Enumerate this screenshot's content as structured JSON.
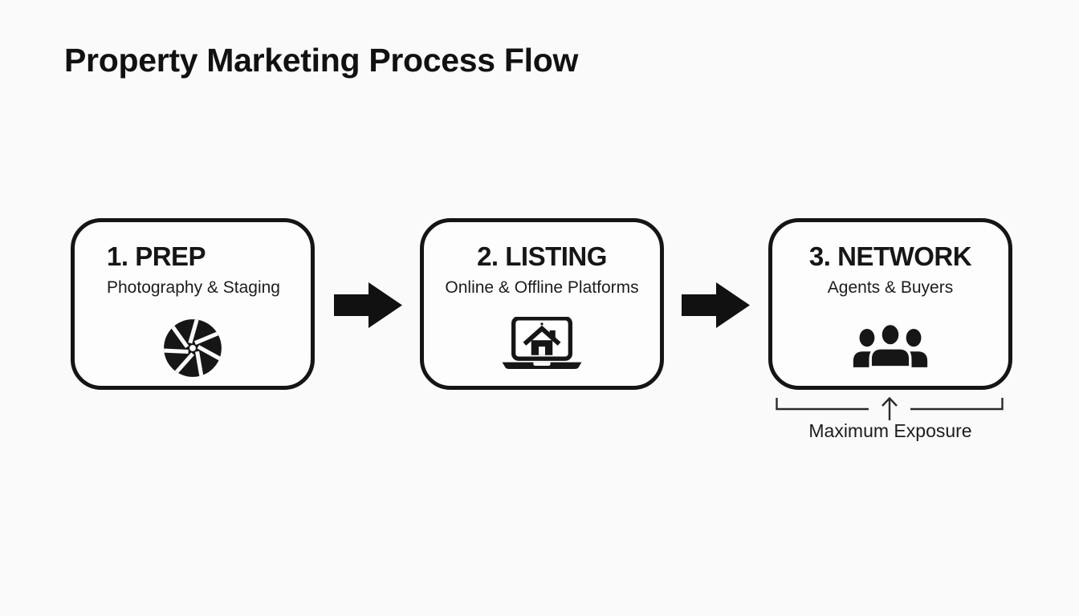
{
  "colors": {
    "background": "#fafafa",
    "card_fill": "#fdfdfd",
    "ink": "#161616",
    "bracket_line": "#2b2b2b"
  },
  "header": {
    "title": "Property Marketing Process Flow"
  },
  "flow": {
    "steps": [
      {
        "heading": "1. PREP",
        "subtitle": "Photography & Staging",
        "icon": "camera-aperture-icon"
      },
      {
        "heading": "2. LISTING",
        "subtitle": "Online & Offline Platforms",
        "icon": "laptop-house-icon"
      },
      {
        "heading": "3. NETWORK",
        "subtitle": "Agents & Buyers",
        "icon": "people-group-icon"
      }
    ],
    "connector_icon": "arrow-right-icon"
  },
  "annotation": {
    "label": "Maximum Exposure",
    "icon": "up-arrow-icon"
  }
}
